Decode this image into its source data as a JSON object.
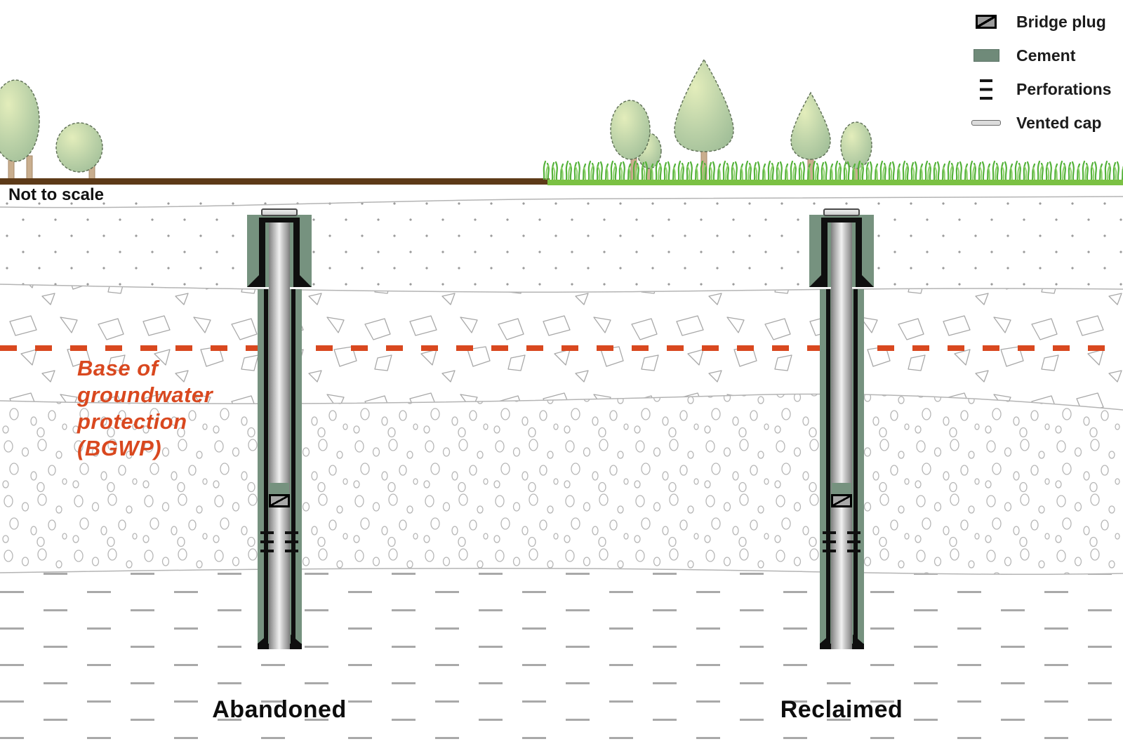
{
  "legend": {
    "items": [
      {
        "icon": "bridge-plug-icon",
        "label": "Bridge plug"
      },
      {
        "icon": "cement-swatch-icon",
        "label": "Cement"
      },
      {
        "icon": "perforations-icon",
        "label": "Perforations"
      },
      {
        "icon": "vented-cap-icon",
        "label": "Vented cap"
      }
    ]
  },
  "annotations": {
    "not_to_scale": "Not to scale",
    "bgwp": {
      "lines": [
        "Base of",
        "groundwater",
        "protection",
        "(BGWP)"
      ]
    }
  },
  "wells": [
    {
      "label": "Abandoned"
    },
    {
      "label": "Reclaimed"
    }
  ],
  "colors": {
    "cement_green": "#76927f",
    "bgwp_red": "#d9481f",
    "soil_brown": "#5d3a18",
    "grass_green": "#7bc143"
  }
}
